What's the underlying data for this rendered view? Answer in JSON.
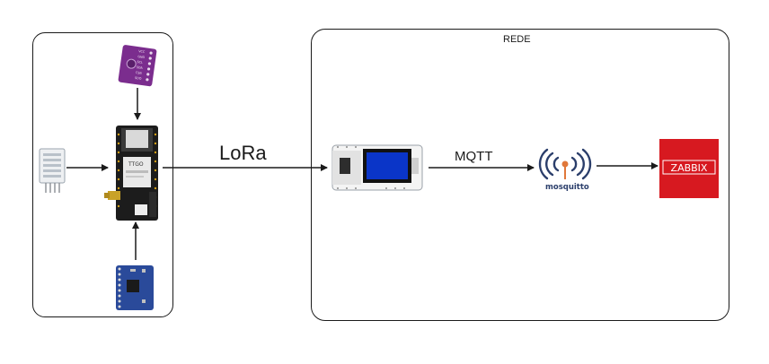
{
  "diagram": {
    "network_label": "REDE",
    "link_lora": "LoRa",
    "link_mqtt": "MQTT",
    "sensor_bme_pins": [
      "VCC",
      "GND",
      "SCL",
      "SDA",
      "CSB",
      "SDO"
    ],
    "board_brand": "TTGO",
    "broker_name": "mosquitto",
    "monitor_name": "ZABBIX",
    "colors": {
      "bme_board": "#7b2d8e",
      "imu_board": "#2a4a9a",
      "zabbix_red": "#d71920",
      "mosquitto_blue": "#2b3e6b",
      "mosquitto_orange": "#e0783a",
      "oled_blue": "#0a35c8"
    }
  }
}
